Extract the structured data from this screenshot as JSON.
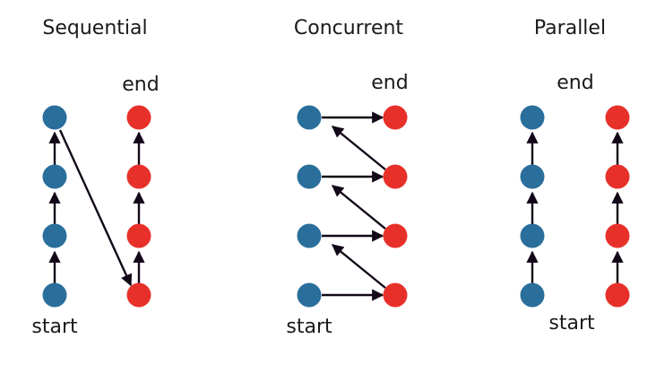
{
  "colors": {
    "blue_node": "#2a6e9b",
    "red_node": "#e8302a",
    "arrow": "#120818",
    "background": "#ffffff"
  },
  "sequential": {
    "title": "Sequential",
    "start_label": "start",
    "end_label": "end"
  },
  "concurrent": {
    "title": "Concurrent",
    "start_label": "start",
    "end_label": "end"
  },
  "parallel": {
    "title": "Parallel",
    "start_label": "start",
    "end_label": "end"
  }
}
